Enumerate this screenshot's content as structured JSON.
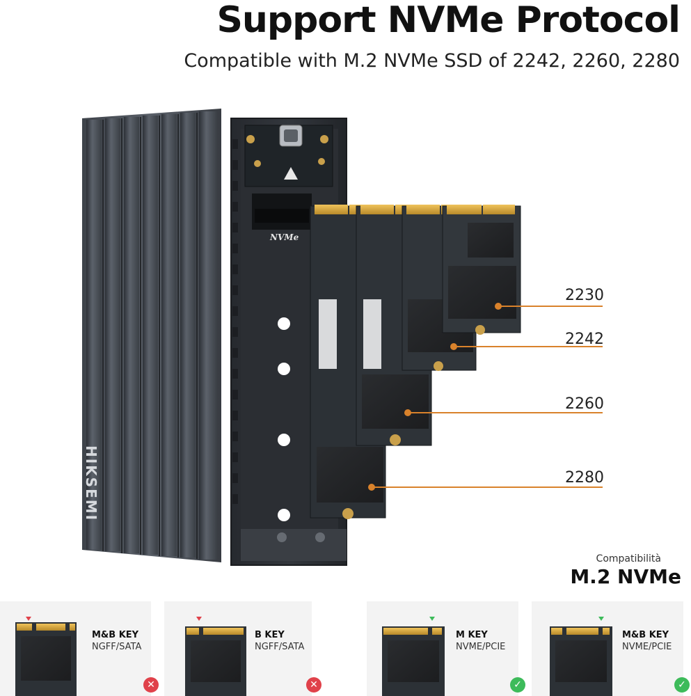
{
  "header": {
    "title": "Support NVMe Protocol",
    "subtitle": "Compatible with M.2 NVMe SSD of 2242, 2260, 2280"
  },
  "product": {
    "brand": "HIKSEMI",
    "slot_label": "NVMe"
  },
  "sizes": [
    "2230",
    "2242",
    "2260",
    "2280"
  ],
  "compat": {
    "small_label": "Compatibilità",
    "big_label": "M.2 NVMe"
  },
  "cards": [
    {
      "key": "M&B KEY",
      "sub": "NGFF/SATA",
      "supported": false
    },
    {
      "key": "B KEY",
      "sub": "NGFF/SATA",
      "supported": false
    },
    {
      "key": "M KEY",
      "sub": "NVME/PCIE",
      "supported": true
    },
    {
      "key": "M&B KEY",
      "sub": "NVME/PCIE",
      "supported": true
    }
  ],
  "colors": {
    "accent": "#d9822b",
    "ok": "#3dbb5a",
    "bad": "#e0414a",
    "enclosure": "#4b5058",
    "pcb": "#2c3136"
  }
}
